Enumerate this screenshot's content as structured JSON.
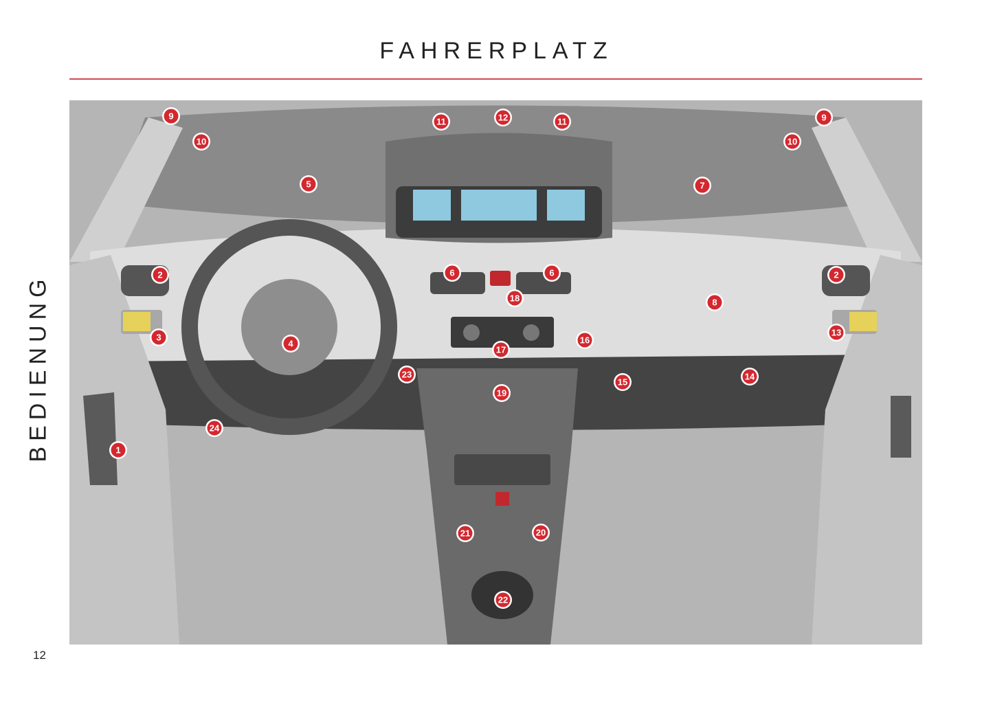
{
  "page": {
    "title": "FAHRERPLATZ",
    "section_label": "BEDIENUNG",
    "page_number": "12"
  },
  "colors": {
    "accent_rule": "#d04a55",
    "callout_fill": "#d3282f"
  },
  "illustration": {
    "subject": "car-dashboard-interior",
    "callouts": [
      {
        "label": "1"
      },
      {
        "label": "2"
      },
      {
        "label": "2"
      },
      {
        "label": "3"
      },
      {
        "label": "4"
      },
      {
        "label": "5"
      },
      {
        "label": "6"
      },
      {
        "label": "6"
      },
      {
        "label": "7"
      },
      {
        "label": "8"
      },
      {
        "label": "9"
      },
      {
        "label": "9"
      },
      {
        "label": "10"
      },
      {
        "label": "10"
      },
      {
        "label": "11"
      },
      {
        "label": "11"
      },
      {
        "label": "12"
      },
      {
        "label": "13"
      },
      {
        "label": "14"
      },
      {
        "label": "15"
      },
      {
        "label": "16"
      },
      {
        "label": "17"
      },
      {
        "label": "18"
      },
      {
        "label": "19"
      },
      {
        "label": "20"
      },
      {
        "label": "21"
      },
      {
        "label": "22"
      },
      {
        "label": "23"
      },
      {
        "label": "24"
      }
    ]
  }
}
